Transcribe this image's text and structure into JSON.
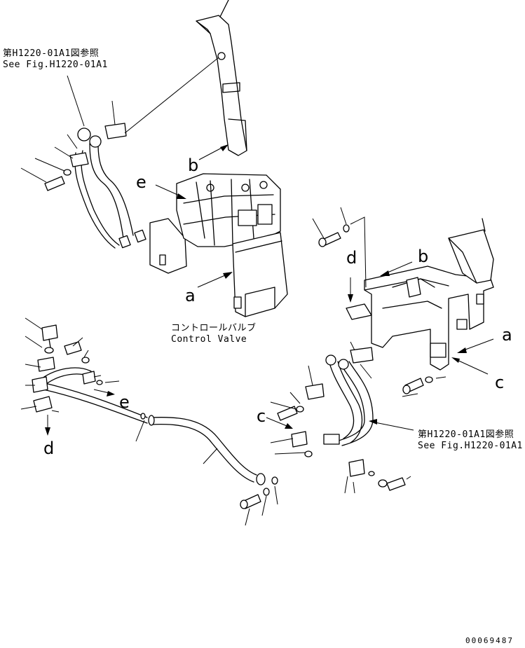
{
  "references": {
    "top_left": {
      "jp": "第H1220-01A1図参照",
      "en": "See Fig.H1220-01A1"
    },
    "right": {
      "jp": "第H1220-01A1図参照",
      "en": "See Fig.H1220-01A1"
    }
  },
  "control_valve": {
    "jp": "コントロールバルブ",
    "en": "Control Valve"
  },
  "letters": {
    "b_top": "b",
    "e_top": "e",
    "a_mid": "a",
    "d_right": "d",
    "b_right": "b",
    "a_right": "a",
    "c_right": "c",
    "e_low": "e",
    "d_low": "d",
    "c_low": "c"
  },
  "drawing_number": "00069487"
}
